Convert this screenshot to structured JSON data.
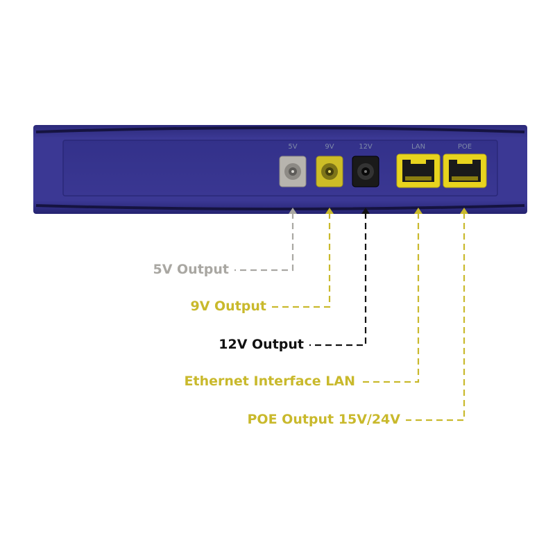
{
  "device": {
    "port_labels": {
      "p5v": "5V",
      "p9v": "9V",
      "p12v": "12V",
      "lan": "LAN",
      "poe": "POE"
    }
  },
  "callouts": {
    "c5v": "5V Output",
    "c9v": "9V Output",
    "c12v": "12V Output",
    "clan": "Ethernet Interface LAN",
    "cpoe": "POE Output 15V/24V"
  },
  "colors": {
    "case": "#38358f",
    "case_dark": "#24226b",
    "port_5v": "#a9a6a0",
    "port_9v": "#c8b92a",
    "port_12v": "#141414",
    "port_rj45": "#e6d21e",
    "callout_gray": "#a9a7a2",
    "callout_yellow": "#c9b92c",
    "callout_black": "#111111"
  }
}
